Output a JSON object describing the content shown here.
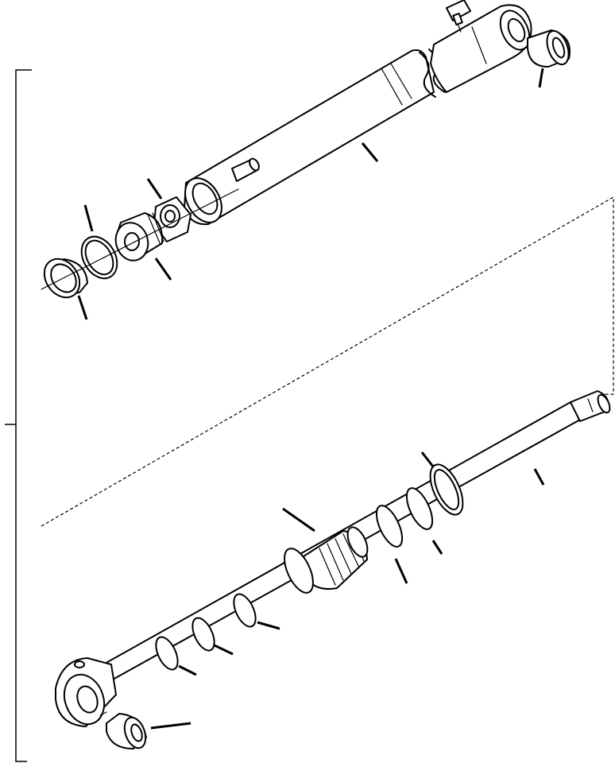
{
  "diagram": {
    "kind": "exploded-parts-view",
    "subject": "hydraulic-cylinder",
    "colors": {
      "ink": "#000000",
      "paper": "#ffffff"
    },
    "upper_assembly_parts": [
      "barrel",
      "rod-end-bushing",
      "grease-fitting",
      "nut",
      "piston",
      "seal-ring",
      "wear-ring"
    ],
    "lower_assembly_parts": [
      "piston-rod",
      "rod-gland",
      "gland-seals",
      "rod-eye",
      "rod-eye-bushing"
    ],
    "reference_numbers_visible": false
  }
}
